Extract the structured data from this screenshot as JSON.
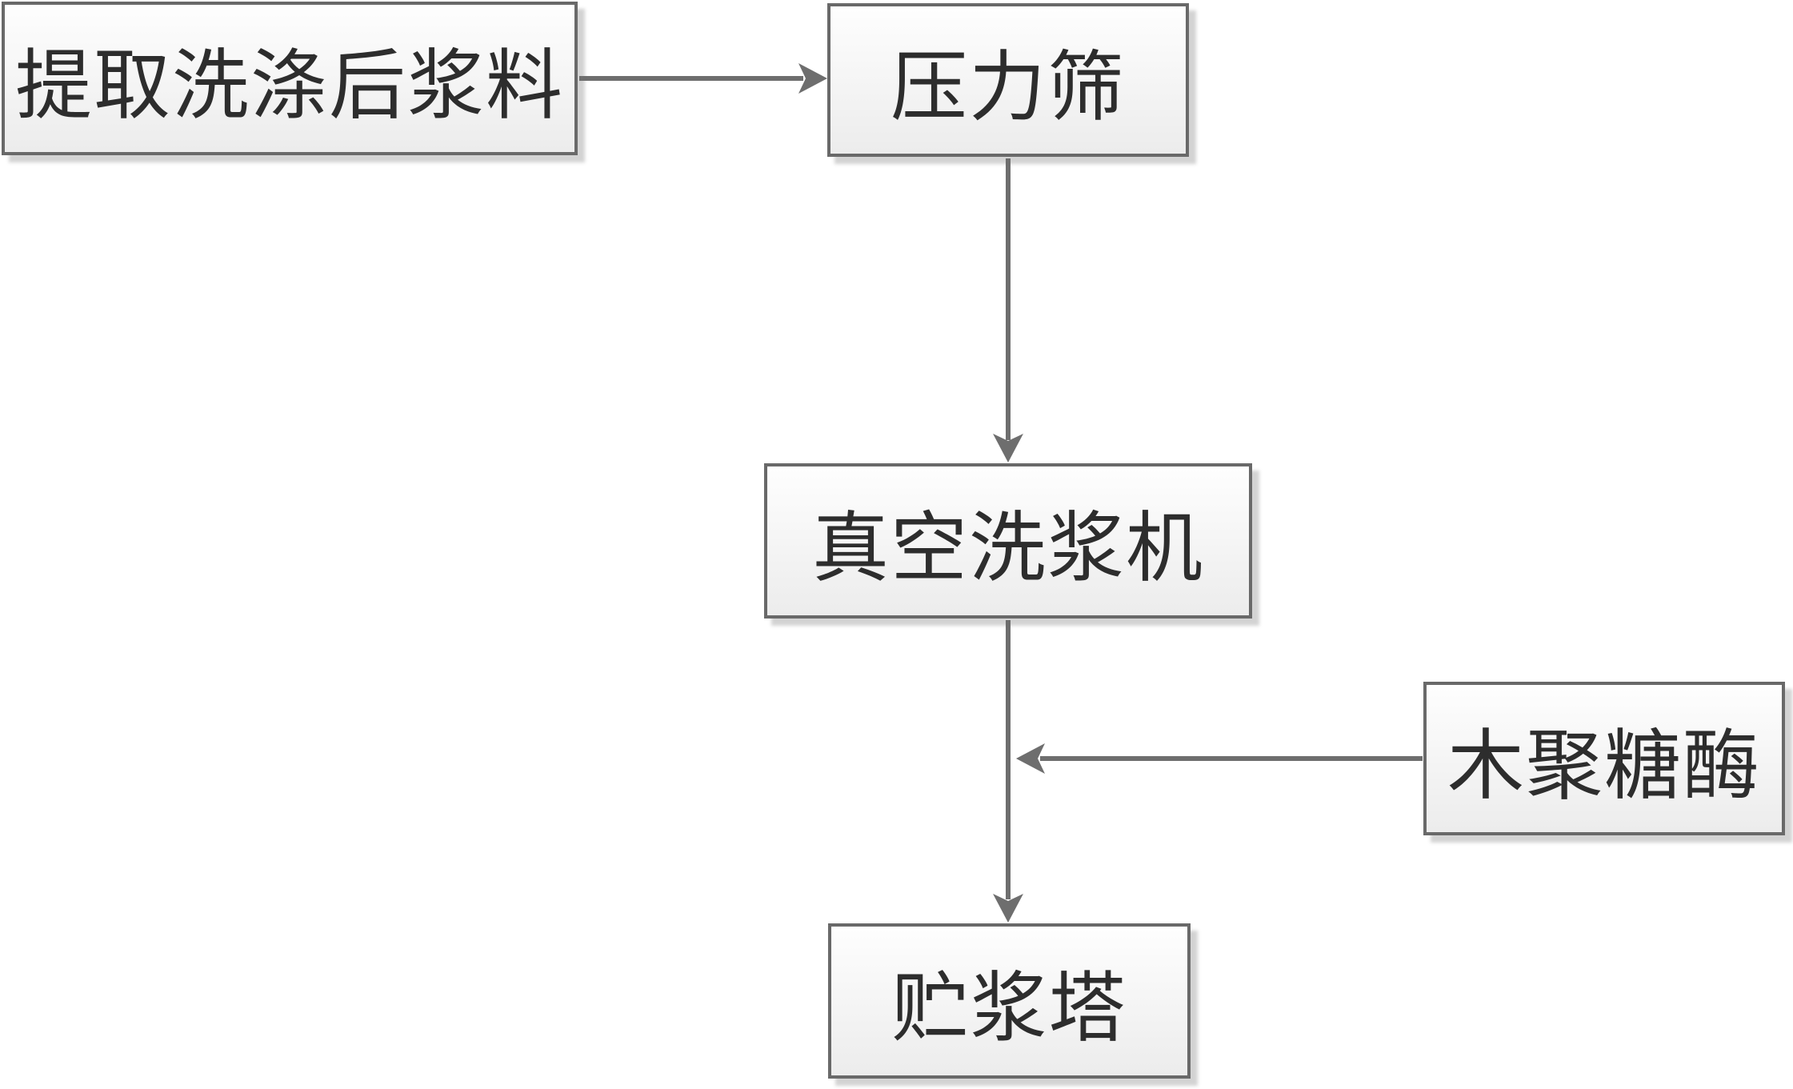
{
  "diagram": {
    "nodes": [
      {
        "id": "extracted-washed-pulp",
        "label": "提取洗涤后浆料"
      },
      {
        "id": "pressure-screen",
        "label": "压力筛"
      },
      {
        "id": "vacuum-pulp-washer",
        "label": "真空洗浆机"
      },
      {
        "id": "xylanase",
        "label": "木聚糖酶"
      },
      {
        "id": "pulp-storage-tower",
        "label": "贮浆塔"
      }
    ],
    "edges": [
      {
        "from": "提取洗涤后浆料",
        "to": "压力筛",
        "direction": "right"
      },
      {
        "from": "压力筛",
        "to": "真空洗浆机",
        "direction": "down"
      },
      {
        "from": "真空洗浆机",
        "to": "贮浆塔",
        "direction": "down"
      },
      {
        "from": "木聚糖酶",
        "to": "真空洗浆机→贮浆塔 流程线",
        "direction": "left"
      }
    ],
    "colors": {
      "box_border": "#696969",
      "box_fill_top": "#fefefe",
      "box_fill_bottom": "#ececec",
      "arrow": "#6e6e6e",
      "text": "#2d2d2d",
      "background": "#ffffff"
    }
  }
}
